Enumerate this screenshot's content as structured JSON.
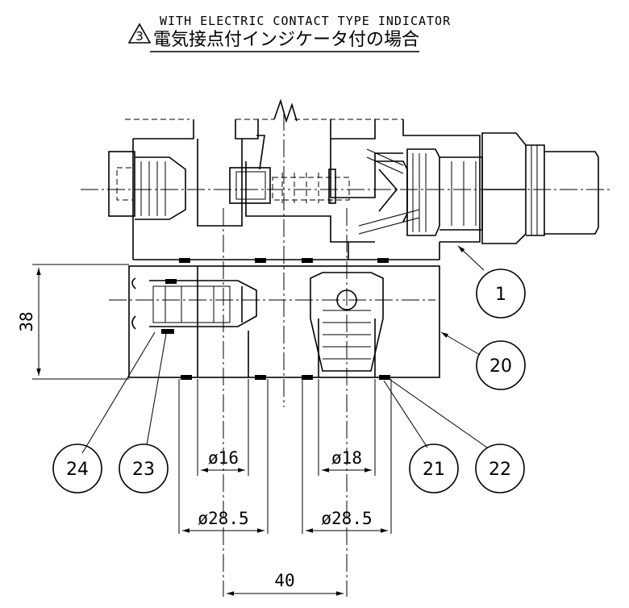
{
  "header": {
    "revision_mark": "3",
    "title_en": "WITH ELECTRIC CONTACT TYPE INDICATOR",
    "title_jp": "電気接点付インジケータ付の場合"
  },
  "dimensions": {
    "height_38": "38",
    "dia_16": "ø16",
    "dia_18": "ø18",
    "dia_28_5_left": "ø28.5",
    "dia_28_5_right": "ø28.5",
    "pitch_40": "40"
  },
  "balloons": {
    "b1": "1",
    "b20": "20",
    "b21": "21",
    "b22": "22",
    "b23": "23",
    "b24": "24"
  }
}
